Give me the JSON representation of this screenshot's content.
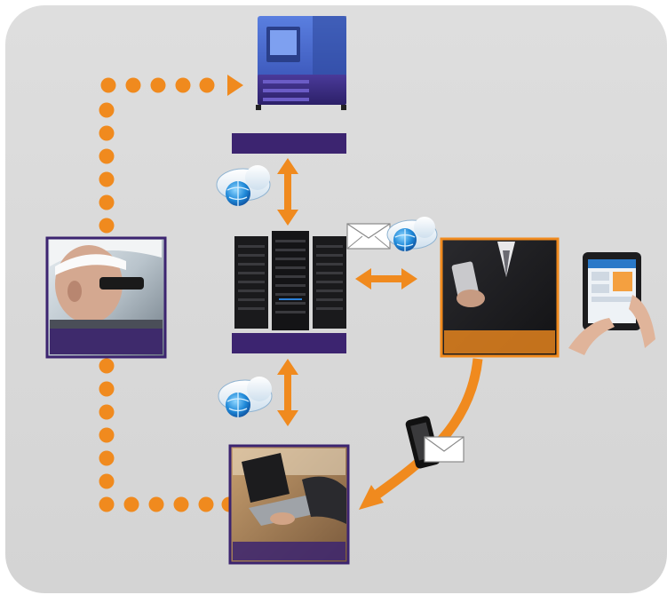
{
  "diagram": {
    "nodes": [
      {
        "id": "climate-chamber",
        "icon": "climate-test-chamber-icon"
      },
      {
        "id": "server-rack",
        "icon": "server-rack-icon"
      },
      {
        "id": "technician",
        "icon": "technician-photo"
      },
      {
        "id": "smartphone-user",
        "icon": "businessman-smartphone-photo"
      },
      {
        "id": "tablet",
        "icon": "tablet-hand-icon"
      },
      {
        "id": "laptop-user",
        "icon": "laptop-typing-photo"
      }
    ],
    "connections": [
      {
        "from": "technician",
        "to": "climate-chamber",
        "style": "dotted"
      },
      {
        "from": "laptop-user",
        "to": "technician",
        "style": "dotted"
      },
      {
        "from": "climate-chamber",
        "to": "server-rack",
        "style": "bidirectional",
        "icon": "cloud-globe-icon"
      },
      {
        "from": "server-rack",
        "to": "smartphone-user",
        "style": "bidirectional",
        "icon": "cloud-globe-icon"
      },
      {
        "from": "server-rack",
        "to": "laptop-user",
        "style": "bidirectional",
        "icon": "cloud-globe-icon"
      },
      {
        "from": "smartphone-user",
        "to": "laptop-user",
        "style": "curved-arrow",
        "icon": "phone-envelope-icon"
      }
    ],
    "colors": {
      "background": "#dcdcdc",
      "accent_orange": "#f08a1e",
      "frame_purple": "#3c2470",
      "cloud_blue": "#1e78c8"
    }
  }
}
